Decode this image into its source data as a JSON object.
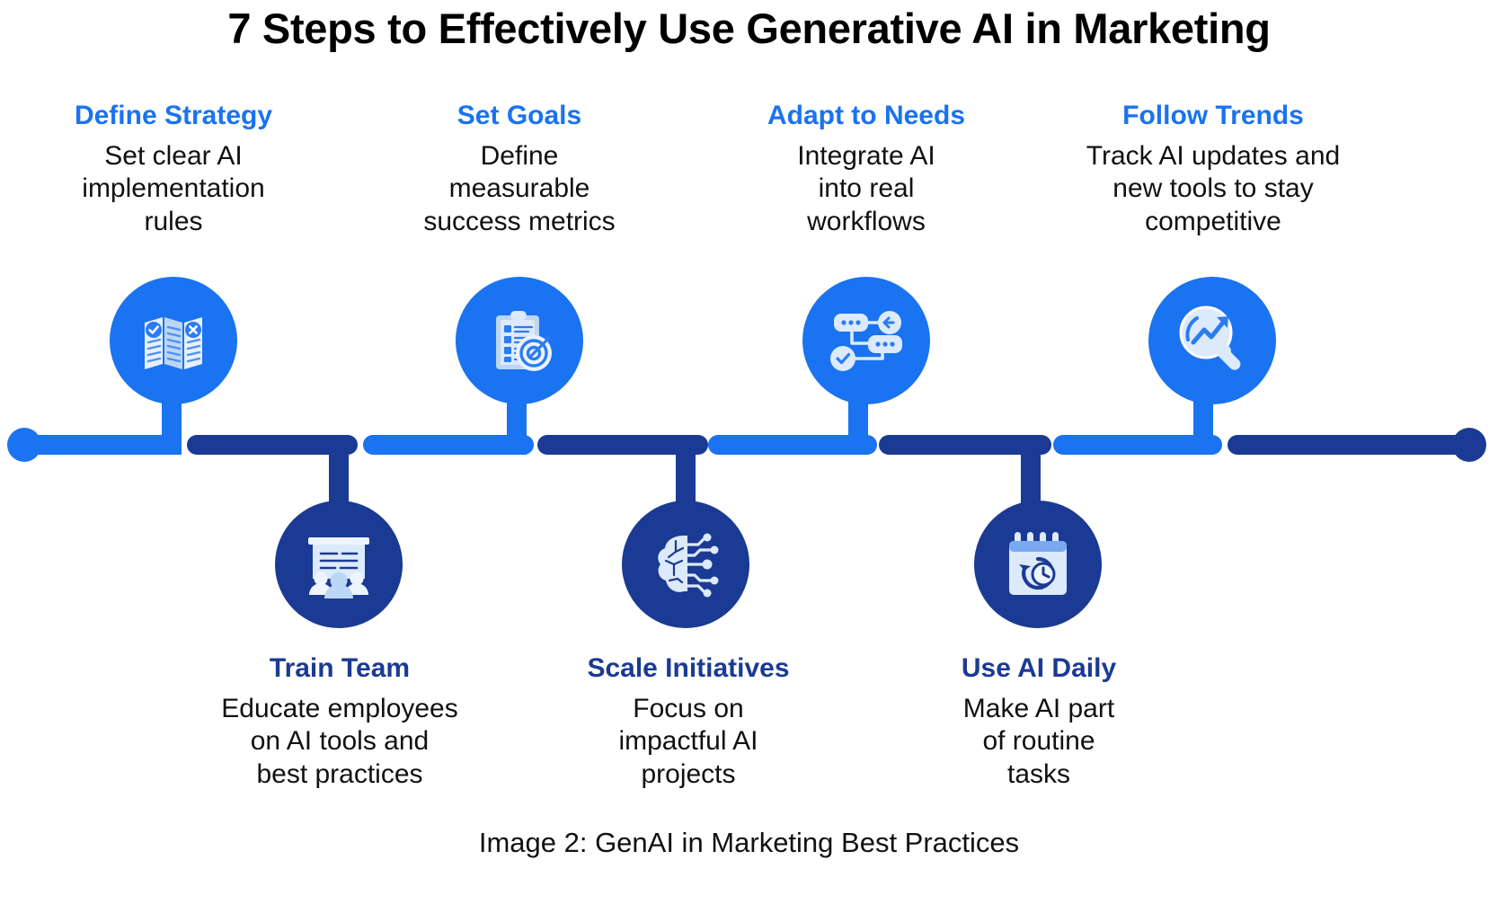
{
  "title": "7 Steps to Effectively Use Generative AI in Marketing",
  "caption": "Image 2: GenAI in Marketing Best Practices",
  "colors": {
    "light_blue": "#1a73f0",
    "dark_blue": "#1b3a93",
    "icon_fill": "#dce8fb",
    "background": "#ffffff",
    "body_text": "#111111"
  },
  "steps": {
    "top": [
      {
        "heading": "Define Strategy",
        "description": "Set clear AI\nimplementation\nrules",
        "icon": "trifold-document-icon"
      },
      {
        "heading": "Set Goals",
        "description": "Define\nmeasurable\nsuccess metrics",
        "icon": "clipboard-target-icon"
      },
      {
        "heading": "Adapt to Needs",
        "description": "Integrate AI\ninto real\nworkflows",
        "icon": "workflow-nodes-icon"
      },
      {
        "heading": "Follow Trends",
        "description": "Track AI updates and\nnew tools to stay\ncompetitive",
        "icon": "magnifier-trend-icon"
      }
    ],
    "bottom": [
      {
        "heading": "Train Team",
        "description": "Educate employees\non AI tools and\nbest practices",
        "icon": "presentation-audience-icon"
      },
      {
        "heading": "Scale Initiatives",
        "description": "Focus on\nimpactful AI\nprojects",
        "icon": "ai-brain-circuit-icon"
      },
      {
        "heading": "Use AI Daily",
        "description": "Make AI part\nof routine\ntasks",
        "icon": "calendar-refresh-icon"
      }
    ]
  }
}
